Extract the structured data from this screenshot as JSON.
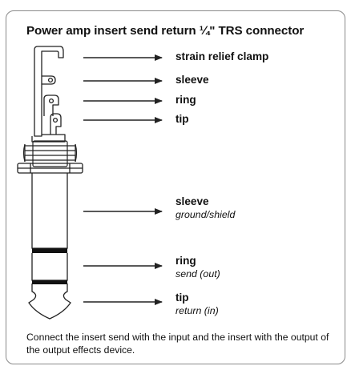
{
  "title": "Power amp insert send return ¼\" TRS connector",
  "labels": {
    "strain_relief_clamp": "strain relief clamp",
    "sleeve_top": "sleeve",
    "ring_top": "ring",
    "tip_top": "tip",
    "sleeve": "sleeve",
    "sleeve_sub": "ground/shield",
    "ring": "ring",
    "ring_sub": "send (out)",
    "tip": "tip",
    "tip_sub": "return (in)"
  },
  "caption": "Connect the insert send with the input and the insert with the output of the output effects device.",
  "colors": {
    "border": "#8a8a8a",
    "stroke": "#222222",
    "band": "#111111"
  }
}
